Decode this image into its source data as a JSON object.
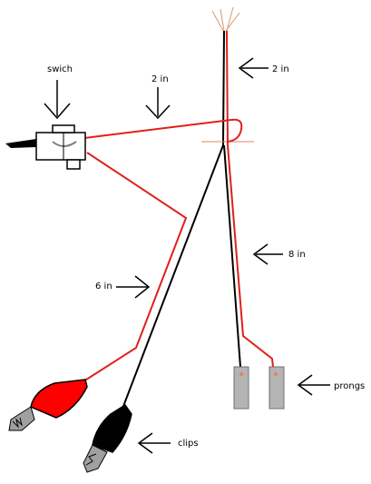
{
  "labels": {
    "switch": "swich",
    "wire_top_red": "2 in",
    "wire_switch": "2 in",
    "wire_long_red": "8 in",
    "wire_clip_red": "6 in",
    "prongs": "prongs",
    "clips": "clips"
  },
  "colors": {
    "wire_red": "#e0201a",
    "wire_black": "#000000",
    "wire_tan": "#d89a70",
    "solder": "#e88060",
    "prong": "#b4b4b4",
    "clip_red": "#ff0000",
    "clip_black": "#000000",
    "clip_jaw": "#a0a0a0"
  }
}
